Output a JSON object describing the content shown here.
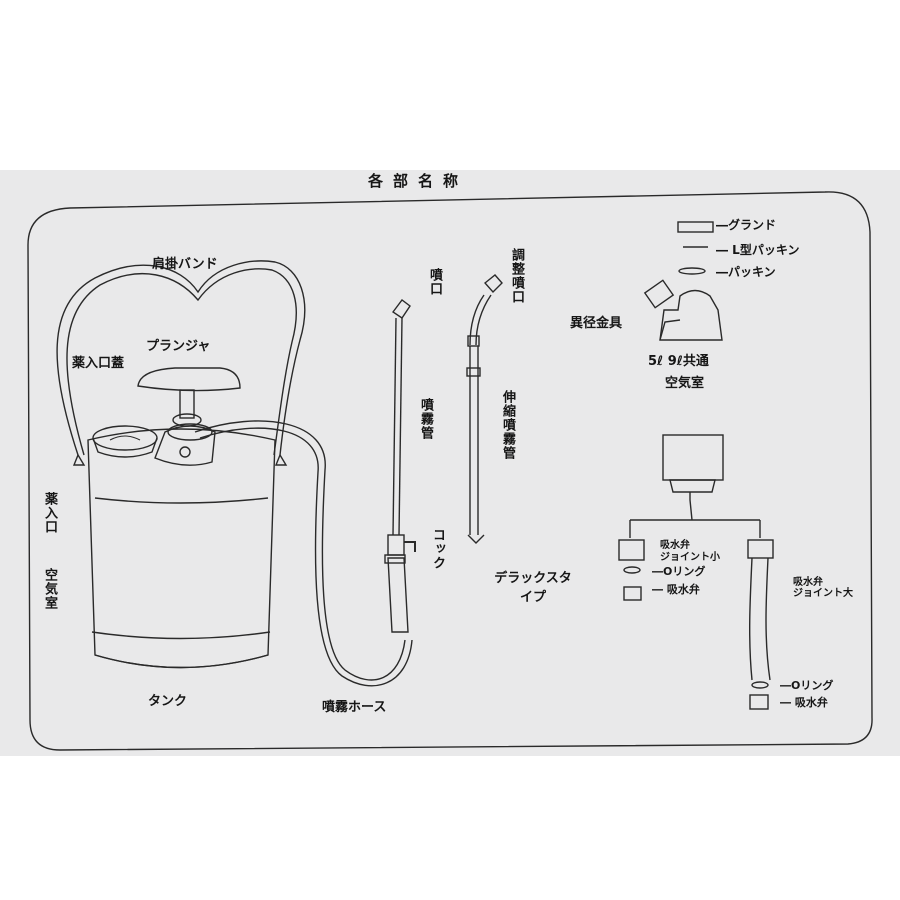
{
  "title": "各部名称",
  "labels": {
    "shoulder_band": "肩掛バンド",
    "plunger": "プランジャ",
    "chemical_inlet_cap": "薬入口蓋",
    "chemical_inlet": "薬入口",
    "air_chamber": "空気室",
    "tank": "タンク",
    "spray_hose": "噴霧ホース",
    "nozzle": "噴口",
    "spray_pipe": "噴霧管",
    "cock": "コック",
    "adjustable_nozzle": "調整噴口",
    "telescopic_spray_pipe": "伸縮噴霧管",
    "deluxe_type": "デラックスタイプ",
    "gland": "―グランド",
    "l_packing": "― L型パッキン",
    "packing": "―パッキン",
    "reducer_fitting": "異径金具",
    "common_5_9": "5ℓ 9ℓ共通",
    "air_chamber_detail": "空気室",
    "suction_valve_joint_small_1": "吸水弁",
    "suction_valve_joint_small_2": "ジョイント小",
    "o_ring_small": "―Oリング",
    "suction_valve_small": "― 吸水弁",
    "suction_valve_joint_large_1": "吸水弁",
    "suction_valve_joint_large_2": "ジョイント大",
    "o_ring_large": "―Oリング",
    "suction_valve_large": "― 吸水弁"
  }
}
